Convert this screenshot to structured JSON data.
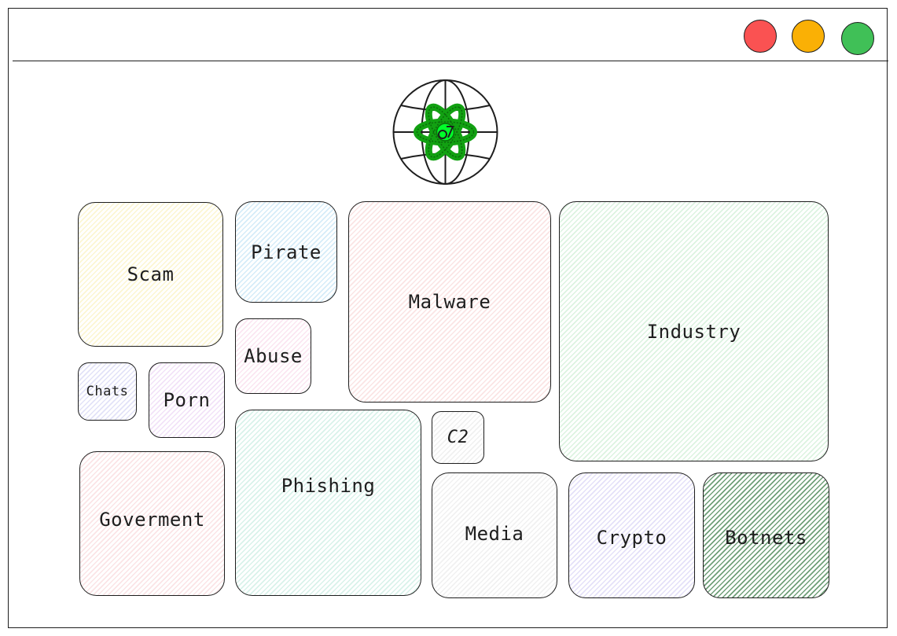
{
  "window": {
    "controls": [
      {
        "name": "close",
        "color": "#fa5252"
      },
      {
        "name": "minimize",
        "color": "#fab005"
      },
      {
        "name": "maximize",
        "color": "#40c057"
      }
    ]
  },
  "logo": {
    "icon": "globe-atom-logo-icon",
    "ring_color": "#1e1e1e",
    "atom_color": "#12a112",
    "core_color": "#00ff2a"
  },
  "categories": [
    {
      "id": "scam",
      "label": "Scam",
      "color": "#fcf6d2"
    },
    {
      "id": "pirate",
      "label": "Pirate",
      "color": "#d5ecf8"
    },
    {
      "id": "malware",
      "label": "Malware",
      "color": "#fbe4e4"
    },
    {
      "id": "industry",
      "label": "Industry",
      "color": "#dcf3e0"
    },
    {
      "id": "abuse",
      "label": "Abuse",
      "color": "#fbe6f1"
    },
    {
      "id": "chats",
      "label": "Chats",
      "color": "#e2e2f8"
    },
    {
      "id": "porn",
      "label": "Porn",
      "color": "#f2e2f8"
    },
    {
      "id": "phishing",
      "label": "Phishing",
      "color": "#d8f2ea"
    },
    {
      "id": "c2",
      "label": "C2",
      "color": "#f0f0f0"
    },
    {
      "id": "goverment",
      "label": "Goverment",
      "color": "#fbe4e6"
    },
    {
      "id": "media",
      "label": "Media",
      "color": "#f1f1f1"
    },
    {
      "id": "crypto",
      "label": "Crypto",
      "color": "#e4e0f8"
    },
    {
      "id": "botnets",
      "label": "Botnets",
      "color": "#6f9f78"
    }
  ]
}
